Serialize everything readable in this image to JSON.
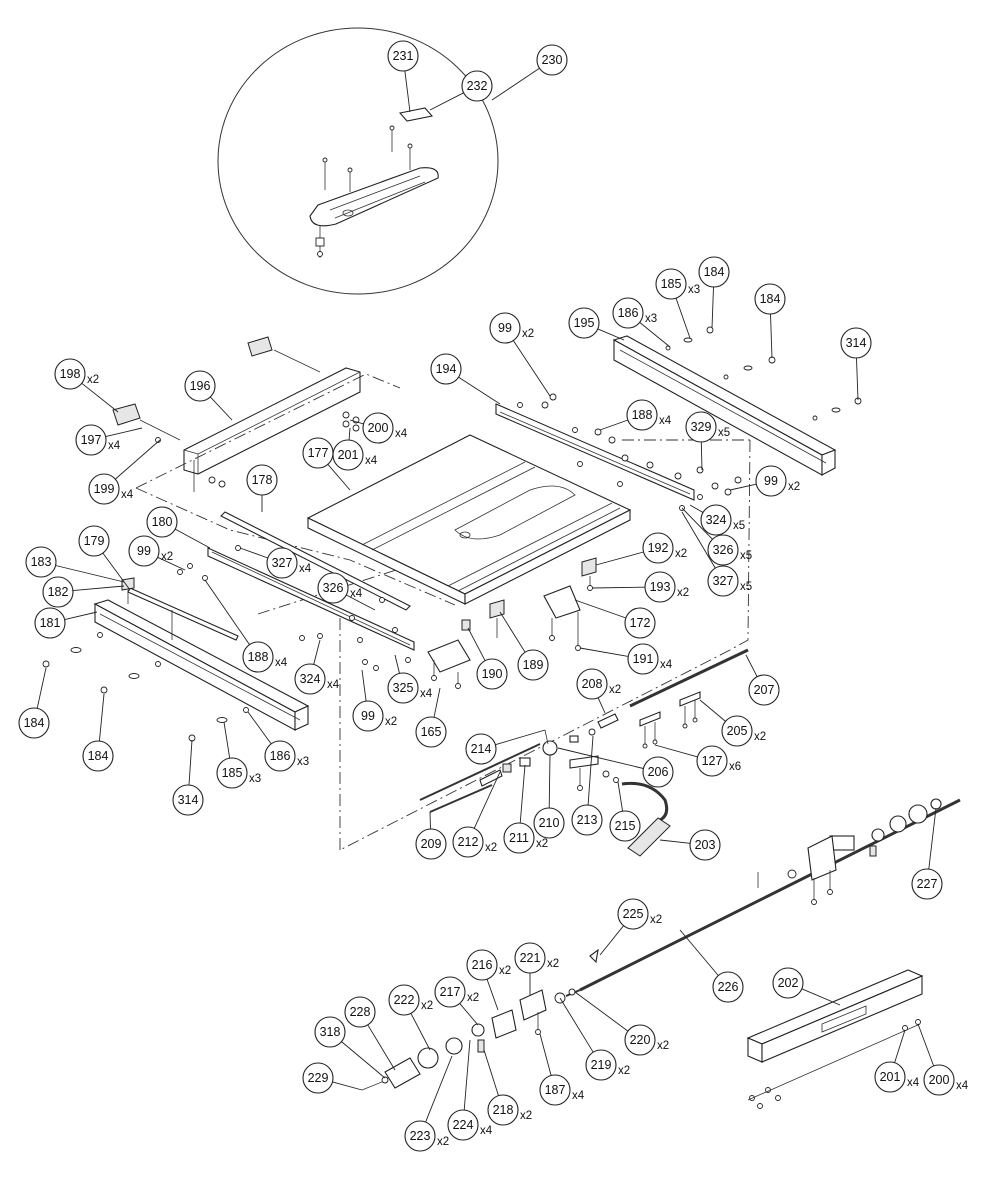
{
  "callouts": [
    {
      "id": "c231",
      "n": "231",
      "q": ""
    },
    {
      "id": "c232",
      "n": "232",
      "q": ""
    },
    {
      "id": "c230",
      "n": "230",
      "q": ""
    },
    {
      "id": "c184a",
      "n": "184",
      "q": ""
    },
    {
      "id": "c185a",
      "n": "185",
      "q": "x3"
    },
    {
      "id": "c186a",
      "n": "186",
      "q": "x3"
    },
    {
      "id": "c184b",
      "n": "184",
      "q": ""
    },
    {
      "id": "c195",
      "n": "195",
      "q": ""
    },
    {
      "id": "c314a",
      "n": "314",
      "q": ""
    },
    {
      "id": "c99a",
      "n": "99",
      "q": "x2"
    },
    {
      "id": "c194",
      "n": "194",
      "q": ""
    },
    {
      "id": "c198",
      "n": "198",
      "q": "x2"
    },
    {
      "id": "c196",
      "n": "196",
      "q": ""
    },
    {
      "id": "c197",
      "n": "197",
      "q": "x4"
    },
    {
      "id": "c199",
      "n": "199",
      "q": "x4"
    },
    {
      "id": "c200a",
      "n": "200",
      "q": "x4"
    },
    {
      "id": "c201a",
      "n": "201",
      "q": "x4"
    },
    {
      "id": "c188a",
      "n": "188",
      "q": "x4"
    },
    {
      "id": "c329",
      "n": "329",
      "q": "x5"
    },
    {
      "id": "c99b",
      "n": "99",
      "q": "x2"
    },
    {
      "id": "c177",
      "n": "177",
      "q": ""
    },
    {
      "id": "c178",
      "n": "178",
      "q": ""
    },
    {
      "id": "c324a",
      "n": "324",
      "q": "x5"
    },
    {
      "id": "c326a",
      "n": "326",
      "q": "x5"
    },
    {
      "id": "c327a",
      "n": "327",
      "q": "x5"
    },
    {
      "id": "c180",
      "n": "180",
      "q": ""
    },
    {
      "id": "c327b",
      "n": "327",
      "q": "x4"
    },
    {
      "id": "c192",
      "n": "192",
      "q": "x2"
    },
    {
      "id": "c183",
      "n": "183",
      "q": ""
    },
    {
      "id": "c179",
      "n": "179",
      "q": ""
    },
    {
      "id": "c99c",
      "n": "99",
      "q": "x2"
    },
    {
      "id": "c193",
      "n": "193",
      "q": "x2"
    },
    {
      "id": "c182",
      "n": "182",
      "q": ""
    },
    {
      "id": "c326b",
      "n": "326",
      "q": "x4"
    },
    {
      "id": "c181",
      "n": "181",
      "q": ""
    },
    {
      "id": "c172",
      "n": "172",
      "q": ""
    },
    {
      "id": "c188b",
      "n": "188",
      "q": "x4"
    },
    {
      "id": "c191",
      "n": "191",
      "q": "x4"
    },
    {
      "id": "c190",
      "n": "190",
      "q": ""
    },
    {
      "id": "c189",
      "n": "189",
      "q": ""
    },
    {
      "id": "c324b",
      "n": "324",
      "q": "x4"
    },
    {
      "id": "c325",
      "n": "325",
      "q": "x4"
    },
    {
      "id": "c208",
      "n": "208",
      "q": "x2"
    },
    {
      "id": "c207",
      "n": "207",
      "q": ""
    },
    {
      "id": "c184c",
      "n": "184",
      "q": ""
    },
    {
      "id": "c99d",
      "n": "99",
      "q": "x2"
    },
    {
      "id": "c165",
      "n": "165",
      "q": ""
    },
    {
      "id": "c205",
      "n": "205",
      "q": "x2"
    },
    {
      "id": "c184d",
      "n": "184",
      "q": ""
    },
    {
      "id": "c214",
      "n": "214",
      "q": ""
    },
    {
      "id": "c127",
      "n": "127",
      "q": "x6"
    },
    {
      "id": "c185b",
      "n": "185",
      "q": "x3"
    },
    {
      "id": "c186b",
      "n": "186",
      "q": "x3"
    },
    {
      "id": "c206",
      "n": "206",
      "q": ""
    },
    {
      "id": "c314b",
      "n": "314",
      "q": ""
    },
    {
      "id": "c213",
      "n": "213",
      "q": ""
    },
    {
      "id": "c215",
      "n": "215",
      "q": ""
    },
    {
      "id": "c210",
      "n": "210",
      "q": ""
    },
    {
      "id": "c209",
      "n": "209",
      "q": ""
    },
    {
      "id": "c212",
      "n": "212",
      "q": "x2"
    },
    {
      "id": "c211",
      "n": "211",
      "q": "x2"
    },
    {
      "id": "c203",
      "n": "203",
      "q": ""
    },
    {
      "id": "c227",
      "n": "227",
      "q": ""
    },
    {
      "id": "c225",
      "n": "225",
      "q": "x2"
    },
    {
      "id": "c216",
      "n": "216",
      "q": "x2"
    },
    {
      "id": "c221",
      "n": "221",
      "q": "x2"
    },
    {
      "id": "c226",
      "n": "226",
      "q": ""
    },
    {
      "id": "c202",
      "n": "202",
      "q": ""
    },
    {
      "id": "c228",
      "n": "228",
      "q": ""
    },
    {
      "id": "c222",
      "n": "222",
      "q": "x2"
    },
    {
      "id": "c217",
      "n": "217",
      "q": "x2"
    },
    {
      "id": "c318",
      "n": "318",
      "q": ""
    },
    {
      "id": "c220",
      "n": "220",
      "q": "x2"
    },
    {
      "id": "c219",
      "n": "219",
      "q": "x2"
    },
    {
      "id": "c229",
      "n": "229",
      "q": ""
    },
    {
      "id": "c218",
      "n": "218",
      "q": "x2"
    },
    {
      "id": "c187",
      "n": "187",
      "q": "x4"
    },
    {
      "id": "c223",
      "n": "223",
      "q": "x2"
    },
    {
      "id": "c224",
      "n": "224",
      "q": "x4"
    },
    {
      "id": "c201b",
      "n": "201",
      "q": "x4"
    },
    {
      "id": "c200b",
      "n": "200",
      "q": "x4"
    }
  ]
}
